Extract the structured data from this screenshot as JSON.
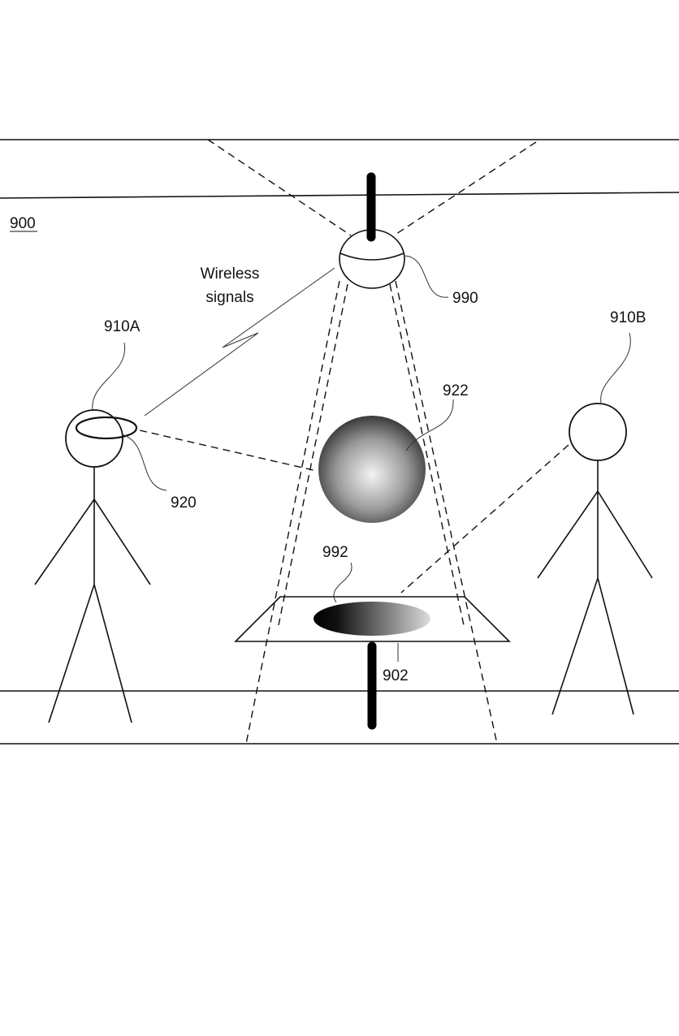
{
  "figure": {
    "ref": "900",
    "labels": {
      "camera": "990",
      "user_a": "910A",
      "user_b": "910B",
      "headset": "920",
      "virtual_object": "922",
      "shadow": "992",
      "table": "902"
    },
    "wireless_line1": "Wireless",
    "wireless_line2": "signals"
  }
}
